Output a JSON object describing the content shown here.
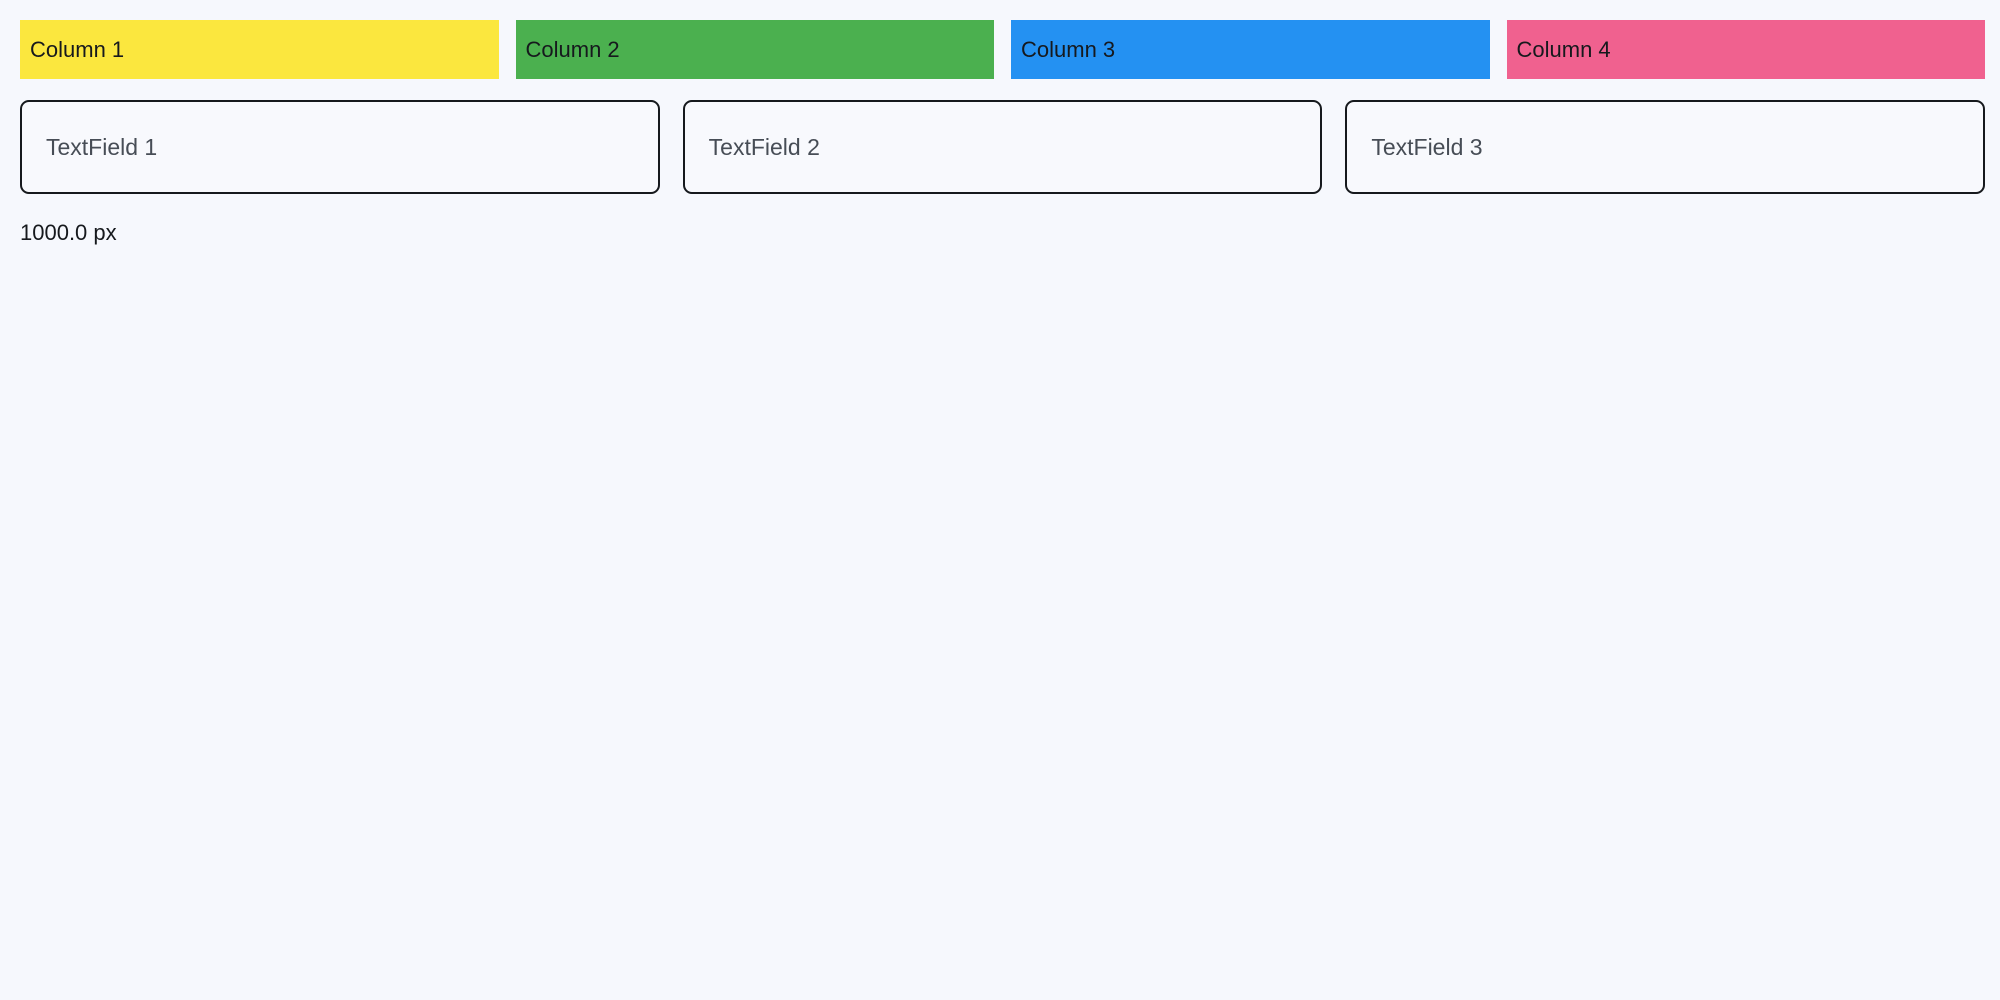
{
  "page": {
    "background_color": "#f6f8fd",
    "text_color": "#16191d"
  },
  "columns_row": {
    "items": [
      {
        "label": "Column 1",
        "color": "#fbe73e",
        "name": "column-block-1"
      },
      {
        "label": "Column 2",
        "color": "#4bb04f",
        "name": "column-block-2"
      },
      {
        "label": "Column 3",
        "color": "#2491f2",
        "name": "column-block-3"
      },
      {
        "label": "Column 4",
        "color": "#f0618f",
        "name": "column-block-4"
      }
    ]
  },
  "fields_row": {
    "fields": [
      {
        "placeholder": "TextField 1",
        "value": ""
      },
      {
        "placeholder": "TextField 2",
        "value": ""
      },
      {
        "placeholder": "TextField 3",
        "value": ""
      }
    ],
    "border_color": "#16191d",
    "placeholder_color": "#474d56"
  },
  "caption": {
    "text": "1000.0 px"
  }
}
